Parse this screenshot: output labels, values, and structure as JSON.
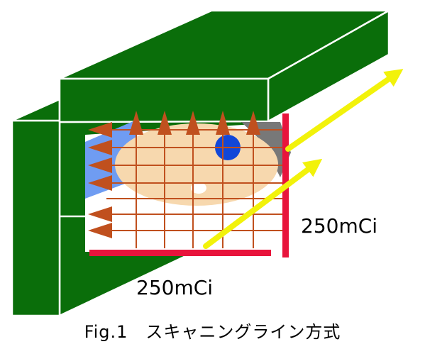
{
  "labels": {
    "source_right": "250mCi",
    "source_bottom": "250mCi"
  },
  "caption": "Fig.1　スキャニングライン方式",
  "colors": {
    "frame": "#0a6e0a",
    "outline": "#ffffff",
    "body_ellipse": "#f7d8ae",
    "grid_lines": "#c0501e",
    "arrows": "#c0501e",
    "blue_side": "#6f9cf2",
    "blue_spot": "#1247d8",
    "gray_part": "#787878",
    "source_bars": "#e8143c",
    "yellow_beams": "#f2f20a"
  },
  "icons": [
    "scan-arrow-left",
    "scan-arrow-up",
    "beam-arrow"
  ]
}
